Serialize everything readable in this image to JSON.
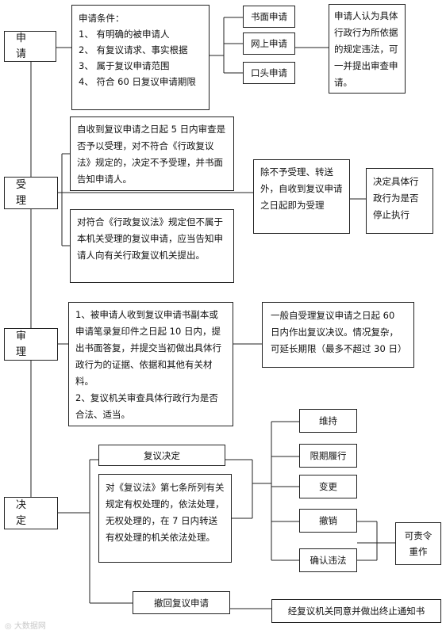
{
  "stages": {
    "apply": "申 请",
    "accept": "受 理",
    "review": "审 理",
    "decide": "决 定"
  },
  "apply": {
    "conditions_title": "申请条件：",
    "conditions": [
      "1、 有明确的被申请人",
      "2、 有复议请求、事实根据",
      "3、 属于复议申请范围",
      "4、 符合 60 日复议申请期限"
    ],
    "methods": [
      "书面申请",
      "网上申请",
      "口头申请"
    ],
    "note": "申请人认为具体行政行为所依据的规定违法，可一并提出审查申请。"
  },
  "accept": {
    "examine": "自收到复议申请之日起 5 日内审查是否予以受理，对不符合《行政复议法》规定的，决定不予受理，并书面告知申请人。",
    "other_organ": "对符合《行政复议法》规定但不属于本机关受理的复议申请，应当告知申请人向有关行政复议机关提出。",
    "deemed_accepted": "除不予受理、转送外，自收到复议申请之日起即为受理",
    "suspend": "决定具体行政行为是否停止执行"
  },
  "review": {
    "steps": [
      "1、被申请人收到复议申请书副本或申请笔录复印件之日起 10 日内，提出书面答复，并提交当初做出具体行政行为的证据、依据和其他有关材料。",
      "2、复议机关审查具体行政行为是否合法、适当。"
    ],
    "deadline": "一般自受理复议申请之日起 60 日内作出复议决议。情况复杂，可延长期限（最多不超过 30 日）"
  },
  "decide": {
    "decision": "复议决定",
    "transfer": "对《复议法》第七条所列有关规定有权处理的，依法处理，无权处理的，在 7 日内转送有权处理的机关依法处理。",
    "outcomes": [
      "维持",
      "限期履行",
      "变更",
      "撤销",
      "确认违法"
    ],
    "remedy": "可责令重作",
    "withdraw": "撤回复议申请",
    "withdraw_result": "经复议机关同意并做出终止通知书"
  },
  "watermark": "大数据网"
}
